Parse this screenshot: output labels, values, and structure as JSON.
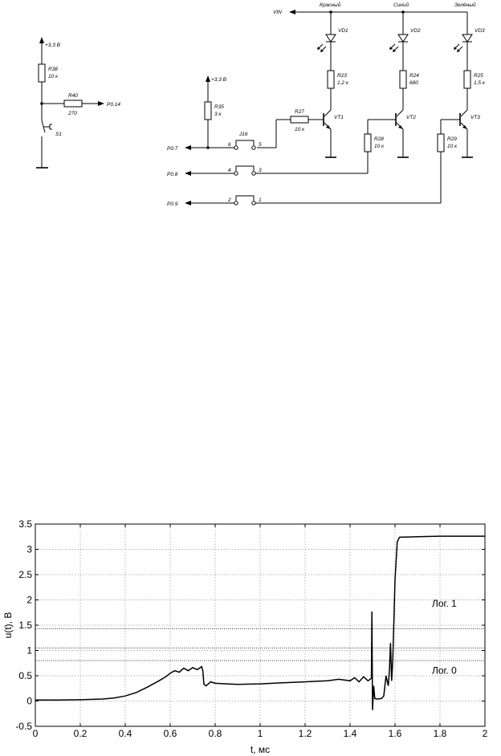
{
  "schematic_left": {
    "supply_label": "+3,3 В",
    "r38_name": "R38",
    "r38_value": "10 к",
    "r40_name": "R40",
    "r40_value": "270",
    "out_label": "P0.14",
    "switch_name": "S1"
  },
  "schematic_right": {
    "vin_label": "VIN",
    "colors": [
      "Красный",
      "Синий",
      "Зелёный"
    ],
    "leds": [
      "VD1",
      "VD2",
      "VD3"
    ],
    "r_top": [
      {
        "name": "R23",
        "value": "1,2 к"
      },
      {
        "name": "R24",
        "value": "680"
      },
      {
        "name": "R25",
        "value": "1,5 к"
      }
    ],
    "transistors": [
      "VT1",
      "VT2",
      "VT3"
    ],
    "supply_label": "+3,3 В",
    "r35_name": "R35",
    "r35_value": "3 к",
    "r27_name": "R27",
    "r27_value": "10 к",
    "r28_name": "R28",
    "r28_value": "10 к",
    "r29_name": "R29",
    "r29_value": "10 к",
    "jumper_name": "J16",
    "pins": [
      "6",
      "5",
      "4",
      "3",
      "2",
      "1"
    ],
    "ports": [
      "P0.7",
      "P0.8",
      "P0.9"
    ]
  },
  "chart_data": {
    "type": "line",
    "title": "",
    "xlabel": "t, мс",
    "ylabel": "u(t), В",
    "xlim": [
      0,
      2
    ],
    "ylim": [
      -0.5,
      3.5
    ],
    "xticks": [
      "0",
      "0.2",
      "0.4",
      "0.6",
      "0.8",
      "1",
      "1.2",
      "1.4",
      "1.6",
      "1.8",
      "2"
    ],
    "yticks": [
      "-0.5",
      "0",
      "0.5",
      "1",
      "1.5",
      "2",
      "2.5",
      "3",
      "3.5"
    ],
    "grid": true,
    "reference_lines": [
      1.43,
      1.05,
      0.8
    ],
    "annotations": [
      {
        "text": "Лог. 1",
        "x": 1.85,
        "y": 1.93
      },
      {
        "text": "Лог. 0",
        "x": 1.85,
        "y": 0.6
      }
    ],
    "series": [
      {
        "x": [
          0,
          0.1,
          0.2,
          0.3,
          0.35,
          0.4,
          0.45,
          0.5,
          0.55,
          0.58,
          0.6,
          0.62,
          0.64,
          0.66,
          0.68,
          0.7,
          0.72,
          0.74,
          0.745,
          0.75,
          0.76,
          0.78,
          0.8,
          0.85,
          0.9,
          1.0,
          1.1,
          1.2,
          1.3,
          1.35,
          1.4,
          1.42,
          1.44,
          1.46,
          1.48,
          1.495,
          1.497,
          1.5,
          1.505,
          1.51,
          1.52,
          1.54,
          1.55,
          1.56,
          1.57,
          1.575,
          1.58,
          1.585,
          1.59,
          1.6,
          1.61,
          1.62,
          1.7,
          1.8,
          1.9,
          2.0
        ],
        "y": [
          0.02,
          0.02,
          0.025,
          0.04,
          0.06,
          0.1,
          0.17,
          0.28,
          0.4,
          0.48,
          0.55,
          0.6,
          0.57,
          0.65,
          0.6,
          0.66,
          0.62,
          0.68,
          0.6,
          0.33,
          0.3,
          0.38,
          0.35,
          0.34,
          0.33,
          0.34,
          0.36,
          0.38,
          0.4,
          0.43,
          0.4,
          0.46,
          0.38,
          0.48,
          0.4,
          0.45,
          1.77,
          -0.18,
          0.3,
          0.05,
          0.04,
          0.05,
          0.1,
          0.5,
          0.3,
          0.6,
          1.15,
          0.4,
          0.8,
          2.4,
          3.15,
          3.24,
          3.25,
          3.26,
          3.26,
          3.26
        ]
      }
    ]
  }
}
